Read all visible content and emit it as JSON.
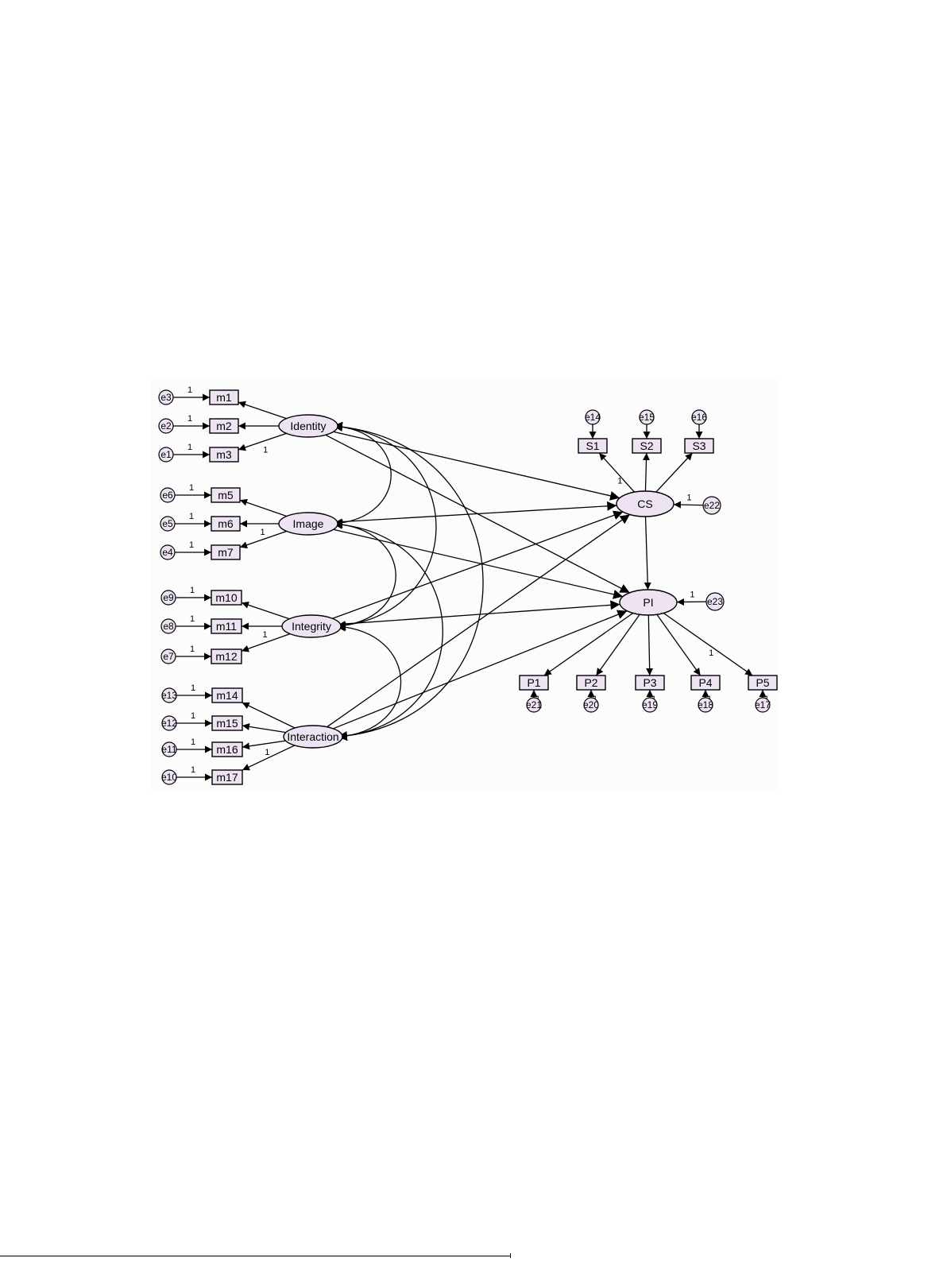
{
  "diagram": {
    "colors": {
      "node_fill": "#ede3f2",
      "error_fill": "#ede3f2",
      "stroke": "#000000"
    },
    "latents": [
      {
        "id": "Identity",
        "label": "Identity"
      },
      {
        "id": "Image",
        "label": "Image"
      },
      {
        "id": "Integrity",
        "label": "Integrity"
      },
      {
        "id": "Interaction",
        "label": "Interaction"
      },
      {
        "id": "CS",
        "label": "CS"
      },
      {
        "id": "PI",
        "label": "PI"
      }
    ],
    "indicators": [
      {
        "id": "m1",
        "label": "m1",
        "latent": "Identity",
        "error": "e3",
        "loading": "",
        "error_weight": "1"
      },
      {
        "id": "m2",
        "label": "m2",
        "latent": "Identity",
        "error": "e2",
        "loading": "",
        "error_weight": "1"
      },
      {
        "id": "m3",
        "label": "m3",
        "latent": "Identity",
        "error": "e1",
        "loading": "1",
        "error_weight": "1"
      },
      {
        "id": "m5",
        "label": "m5",
        "latent": "Image",
        "error": "e6",
        "loading": "",
        "error_weight": "1"
      },
      {
        "id": "m6",
        "label": "m6",
        "latent": "Image",
        "error": "e5",
        "loading": "1",
        "error_weight": "1"
      },
      {
        "id": "m7",
        "label": "m7",
        "latent": "Image",
        "error": "e4",
        "loading": "",
        "error_weight": "1"
      },
      {
        "id": "m10",
        "label": "m10",
        "latent": "Integrity",
        "error": "e9",
        "loading": "",
        "error_weight": "1"
      },
      {
        "id": "m11",
        "label": "m11",
        "latent": "Integrity",
        "error": "e8",
        "loading": "1",
        "error_weight": "1"
      },
      {
        "id": "m12",
        "label": "m12",
        "latent": "Integrity",
        "error": "e7",
        "loading": "",
        "error_weight": "1"
      },
      {
        "id": "m14",
        "label": "m14",
        "latent": "Interaction",
        "error": "e13",
        "loading": "",
        "error_weight": "1"
      },
      {
        "id": "m15",
        "label": "m15",
        "latent": "Interaction",
        "error": "e12",
        "loading": "",
        "error_weight": "1"
      },
      {
        "id": "m16",
        "label": "m16",
        "latent": "Interaction",
        "error": "e11",
        "loading": "1",
        "error_weight": "1"
      },
      {
        "id": "m17",
        "label": "m17",
        "latent": "Interaction",
        "error": "e10",
        "loading": "",
        "error_weight": "1"
      },
      {
        "id": "S1",
        "label": "S1",
        "latent": "CS",
        "error": "e14",
        "loading": "1",
        "error_weight": "1"
      },
      {
        "id": "S2",
        "label": "S2",
        "latent": "CS",
        "error": "e15",
        "loading": "",
        "error_weight": "1"
      },
      {
        "id": "S3",
        "label": "S3",
        "latent": "CS",
        "error": "e16",
        "loading": "",
        "error_weight": "1"
      },
      {
        "id": "P1",
        "label": "P1",
        "latent": "PI",
        "error": "e21",
        "loading": "",
        "error_weight": "1"
      },
      {
        "id": "P2",
        "label": "P2",
        "latent": "PI",
        "error": "e20",
        "loading": "",
        "error_weight": "1"
      },
      {
        "id": "P3",
        "label": "P3",
        "latent": "PI",
        "error": "e19",
        "loading": "",
        "error_weight": "1"
      },
      {
        "id": "P4",
        "label": "P4",
        "latent": "PI",
        "error": "e18",
        "loading": "",
        "error_weight": "1"
      },
      {
        "id": "P5",
        "label": "P5",
        "latent": "PI",
        "error": "e17",
        "loading": "1",
        "error_weight": "1"
      }
    ],
    "disturbances": [
      {
        "id": "e22",
        "target": "CS",
        "weight": "1"
      },
      {
        "id": "e23",
        "target": "PI",
        "weight": "1"
      }
    ],
    "paths": [
      {
        "from": "Identity",
        "to": "CS"
      },
      {
        "from": "Identity",
        "to": "PI"
      },
      {
        "from": "Image",
        "to": "CS"
      },
      {
        "from": "Image",
        "to": "PI"
      },
      {
        "from": "Integrity",
        "to": "CS"
      },
      {
        "from": "Integrity",
        "to": "PI"
      },
      {
        "from": "Interaction",
        "to": "CS"
      },
      {
        "from": "Interaction",
        "to": "PI"
      },
      {
        "from": "CS",
        "to": "PI"
      }
    ],
    "covariances": [
      [
        "Identity",
        "Image"
      ],
      [
        "Identity",
        "Integrity"
      ],
      [
        "Identity",
        "Interaction"
      ],
      [
        "Image",
        "Integrity"
      ],
      [
        "Image",
        "Interaction"
      ],
      [
        "Integrity",
        "Interaction"
      ]
    ]
  }
}
